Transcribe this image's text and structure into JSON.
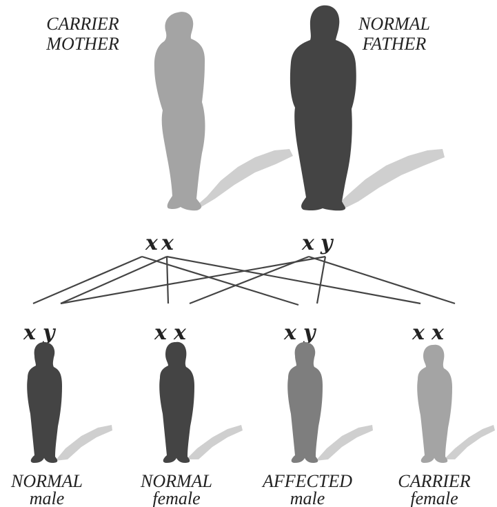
{
  "parents": {
    "mother": {
      "label_line1": "CARRIER",
      "label_line2": "MOTHER",
      "genotype": [
        "x",
        "x"
      ],
      "color": "#a4a4a4"
    },
    "father": {
      "label_line1": "NORMAL",
      "label_line2": "FATHER",
      "genotype": [
        "x",
        "y"
      ],
      "color": "#444444"
    }
  },
  "children": [
    {
      "label_line1": "NORMAL",
      "label_line2": "male",
      "genotype": [
        "x",
        "y"
      ],
      "color": "#444444"
    },
    {
      "label_line1": "NORMAL",
      "label_line2": "female",
      "genotype": [
        "x",
        "x"
      ],
      "color": "#444444"
    },
    {
      "label_line1": "AFFECTED",
      "label_line2": "male",
      "genotype": [
        "x",
        "y"
      ],
      "color": "#7e7e7e"
    },
    {
      "label_line1": "CARRIER",
      "label_line2": "female",
      "genotype": [
        "x",
        "x"
      ],
      "color": "#a4a4a4"
    }
  ],
  "colors": {
    "shadow": "#cfcfcf",
    "lines": "#444444",
    "text": "#222222"
  }
}
